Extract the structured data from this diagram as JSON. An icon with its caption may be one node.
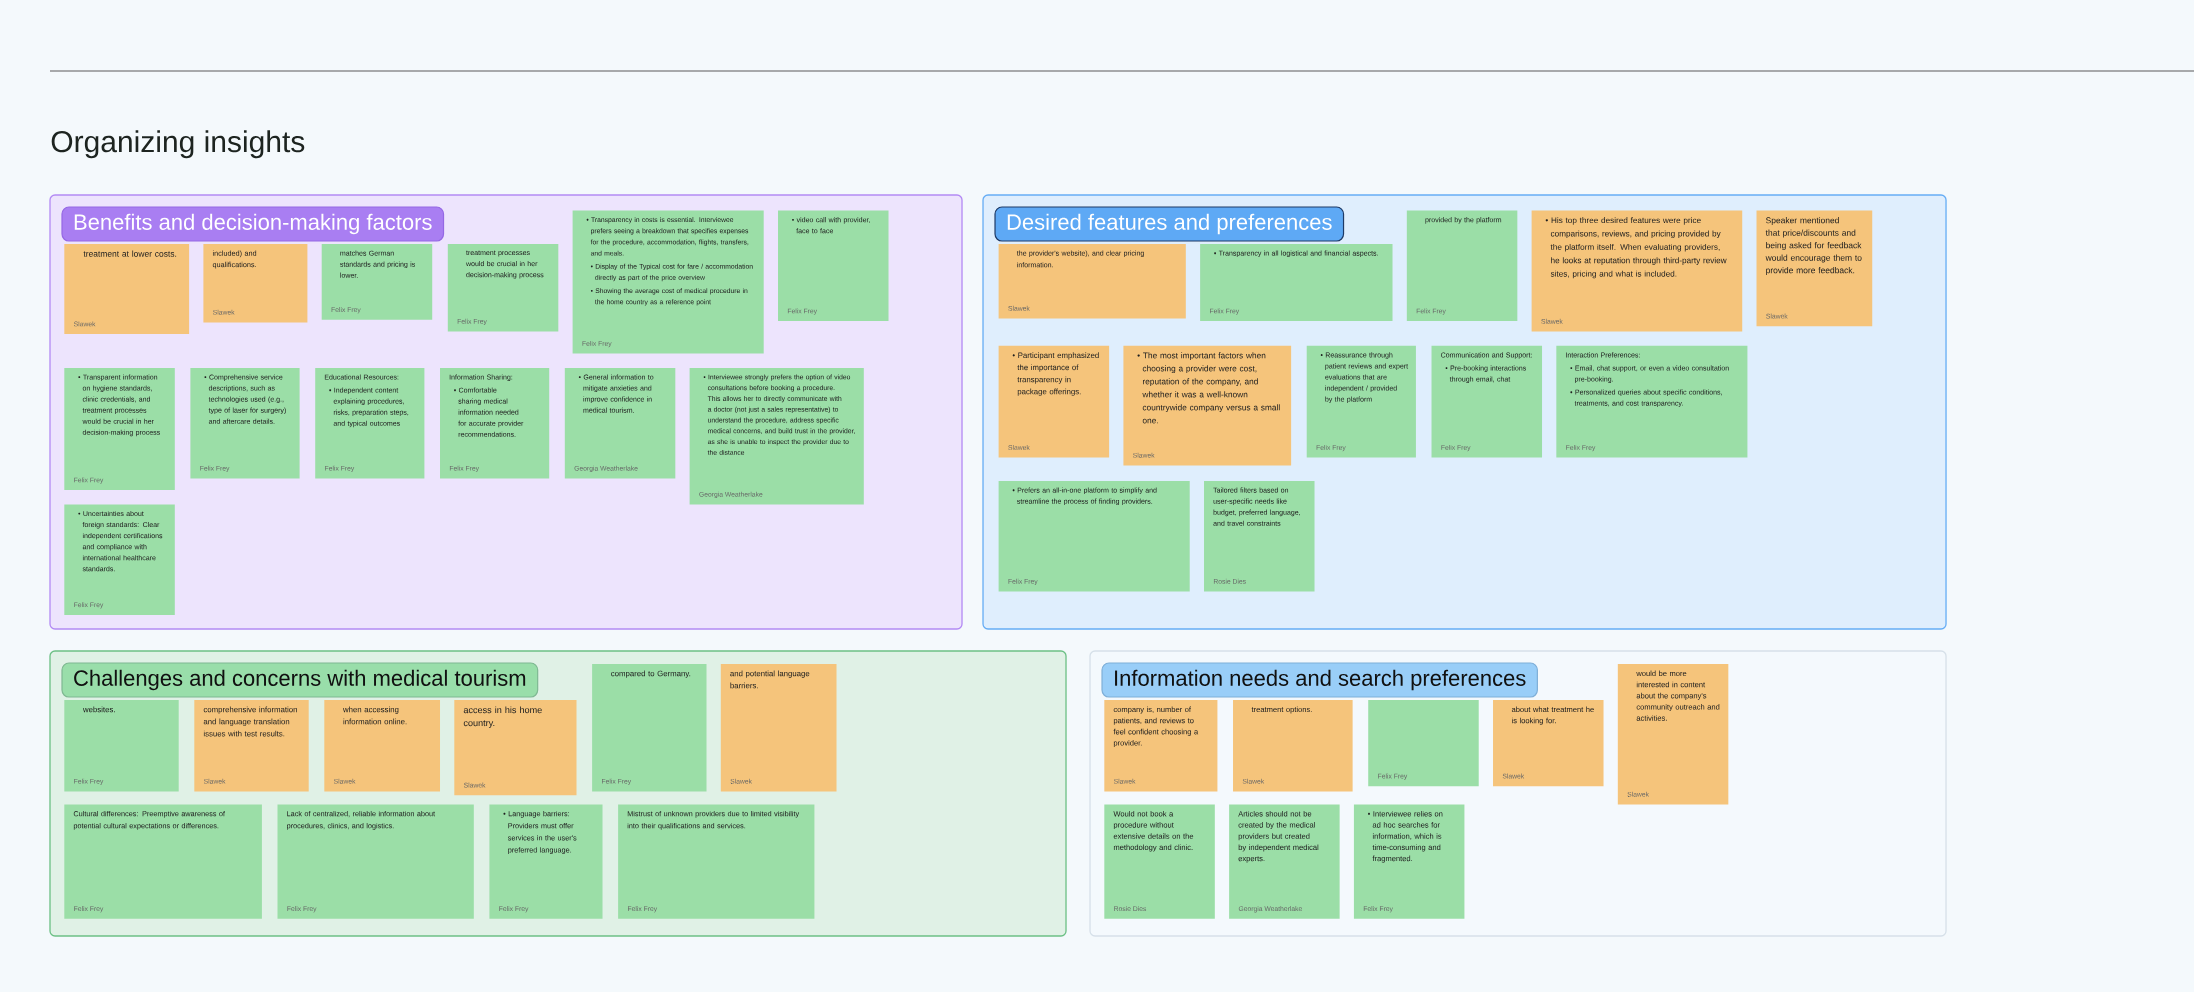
{
  "diagram": {
    "title": "Organizing insights",
    "nodes": [
      {
        "text": [
          "Benefits and decision-making factors"
        ]
      },
      {
        "text": [
          "treatment at lower costs.",
          "Slawek"
        ],
        "in": 0
      },
      {
        "text": [
          "included) and qualifications.",
          "Slawek"
        ],
        "in": 0
      },
      {
        "text": [
          "matches German standards and pricing is lower.",
          "Felix Frey"
        ],
        "in": 0
      },
      {
        "text": [
          "treatment processes would be crucial in her decision-making process",
          "Felix Frey"
        ],
        "in": 0
      },
      {
        "text": [
          "• Transparency in costs is essential. Interviewee prefers seeing a breakdown that specifies expenses for the procedure, accommodation, flights, transfers, and meals.",
          "• Display of the Typical cost for fare / accommodation directly as part of the price overview",
          "• Showing the average cost of medical procedure in the home country as a reference point",
          "Felix Frey"
        ],
        "in": 0
      },
      {
        "text": [
          "• video call with provider, face to face",
          "Felix Frey"
        ],
        "in": 0
      },
      {
        "text": [
          "• Transparent information on hygiene standards, clinic credentials, and treatment processes would be crucial in her decision-making process",
          "Felix Frey"
        ],
        "in": 0
      },
      {
        "text": [
          "• Comprehensive service descriptions, such as technologies used (e.g., type of laser for surgery) and aftercare details.",
          "Felix Frey"
        ],
        "in": 0
      },
      {
        "text": [
          "Educational Resources:",
          "• Independent content explaining procedures, risks, preparation steps, and typical outcomes",
          "Felix Frey"
        ],
        "in": 0
      },
      {
        "text": [
          "Information Sharing:",
          "• Comfortable sharing medical information needed for accurate provider recommendations.",
          "Felix Frey"
        ],
        "in": 0
      },
      {
        "text": [
          "• General information to mitigate anxieties and improve confidence in medical tourism.",
          "Georgia Weatherlake"
        ],
        "in": 0
      },
      {
        "text": [
          "• Interviewee strongly prefers the option of video consultations before booking a procedure. This allows her to directly communicate with a doctor (not just a sales representative) to understand the procedure, address specific medical concerns, and build trust in the provider, as she is unable to inspect the provider due to the distance",
          "Georgia Weatherlake"
        ],
        "in": 0
      },
      {
        "text": [
          "• Uncertainties about foreign standards: Clear independent certifications and compliance with international healthcare standards.",
          "Felix Frey"
        ],
        "in": 0
      },
      {
        "text": [
          "Desired features and preferences"
        ]
      },
      {
        "text": [
          "the provider's website), and clear pricing information.",
          "Slawek"
        ],
        "in": 14
      },
      {
        "text": [
          "• Transparency in all logistical and financial aspects.",
          "Felix Frey"
        ],
        "in": 14
      },
      {
        "text": [
          "provided by the platform",
          "Felix Frey"
        ],
        "in": 14
      },
      {
        "text": [
          "• His top three desired features were price comparisons, reviews, and pricing provided by the platform itself. When evaluating providers, he looks at reputation through third-party review sites, pricing and what is included.",
          "Slawek"
        ],
        "in": 14
      },
      {
        "text": [
          "Speaker mentioned that price/discounts and being asked for feedback would encourage them to provide more feedback.",
          "Slawek"
        ],
        "in": 14
      },
      {
        "text": [
          "• Participant emphasized the importance of transparency in package offerings.",
          "Slawek"
        ],
        "in": 14
      },
      {
        "text": [
          "• The most important factors when choosing a provider were cost, reputation of the company, and whether it was a well-known countrywide company versus a small one.",
          "Slawek"
        ],
        "in": 14
      },
      {
        "text": [
          "• Reassurance through patient reviews and expert evaluations that are independent / provided by the platform",
          "Felix Frey"
        ],
        "in": 14
      },
      {
        "text": [
          "Communication and Support:",
          "• Pre-booking interactions through email, chat",
          "Felix Frey"
        ],
        "in": 14
      },
      {
        "text": [
          "Interaction Preferences:",
          "• Email, chat support, or even a video consultation pre-booking.",
          "• Personalized queries about specific conditions, treatments, and cost transparency.",
          "Felix Frey"
        ],
        "in": 14
      },
      {
        "text": [
          "• Prefers an all-in-one platform to simplify and streamline the process of finding providers.",
          "Felix Frey"
        ],
        "in": 14
      },
      {
        "text": [
          "Tailored filters based on user-specific needs like budget, preferred language, and travel constraints",
          "Rosie Dies"
        ],
        "in": 14
      },
      {
        "text": [
          "Challenges and concerns with medical tourism"
        ]
      },
      {
        "text": [
          "websites.",
          "Felix Frey"
        ],
        "in": 27
      },
      {
        "text": [
          "comprehensive information and language translation issues with test results.",
          "Slawek"
        ],
        "in": 27
      },
      {
        "text": [
          "when accessing information online.",
          "Slawek"
        ],
        "in": 27
      },
      {
        "text": [
          "access in his home country.",
          "Slawek"
        ],
        "in": 27
      },
      {
        "text": [
          "compared to Germany.",
          "Felix Frey"
        ],
        "in": 27
      },
      {
        "text": [
          "and potential language barriers.",
          "Slawek"
        ],
        "in": 27
      },
      {
        "text": [
          "Cultural differences: Preemptive awareness of potential cultural expectations or differences.",
          "Felix Frey"
        ],
        "in": 27
      },
      {
        "text": [
          "Lack of centralized, reliable information about procedures, clinics, and logistics.",
          "Felix Frey"
        ],
        "in": 27
      },
      {
        "text": [
          "• Language barriers: Providers must offer services in the user's preferred language.",
          "Felix Frey"
        ],
        "in": 27
      },
      {
        "text": [
          "Mistrust of unknown providers due to limited visibility into their qualifications and services.",
          "Felix Frey"
        ],
        "in": 27
      },
      {
        "text": [
          "Information needs and search preferences"
        ]
      },
      {
        "text": [
          "company is, number of patients, and reviews to feel confident choosing a provider.",
          "Slawek"
        ],
        "in": 38
      },
      {
        "text": [
          "treatment options.",
          "Slawek"
        ],
        "in": 38
      },
      {
        "text": [
          "Felix Frey"
        ],
        "in": 38
      },
      {
        "text": [
          "about what treatment he is looking for.",
          "Slawek"
        ],
        "in": 38
      },
      {
        "text": [
          "would be more interested in content about the company's community outreach and activities.",
          "Slawek"
        ],
        "in": 38
      },
      {
        "text": [
          "Would not book a procedure without extensive details on the methodology and clinic.",
          "Rosie Dies"
        ],
        "in": 38
      },
      {
        "text": [
          "Articles should not be created by the medical providers but created by independent medical experts.",
          "Georgia Weatherlake"
        ],
        "in": 38
      },
      {
        "text": [
          "• Interviewee relies on ad hoc searches for information, which is time-consuming and fragmented.",
          "Felix Frey"
        ],
        "in": 38
      }
    ]
  }
}
